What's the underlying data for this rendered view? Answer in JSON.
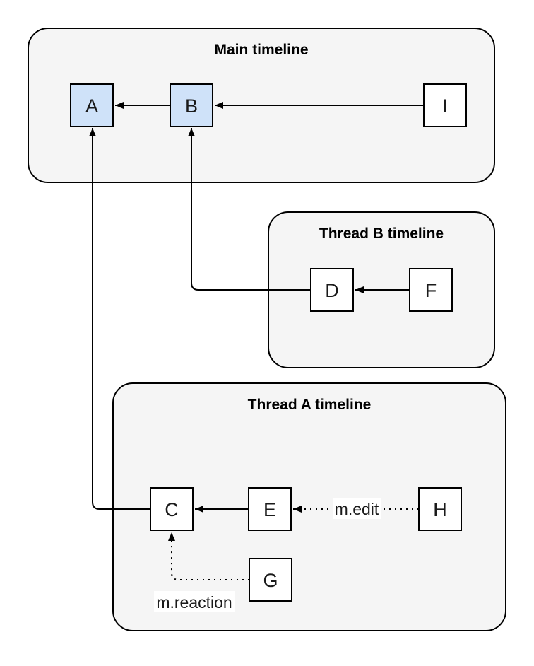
{
  "diagram": {
    "containers": [
      {
        "id": "main",
        "title": "Main timeline"
      },
      {
        "id": "thread-b",
        "title": "Thread B timeline"
      },
      {
        "id": "thread-a",
        "title": "Thread A timeline"
      }
    ],
    "nodes": [
      {
        "id": "A",
        "label": "A",
        "style": "highlighted",
        "container": "main"
      },
      {
        "id": "B",
        "label": "B",
        "style": "highlighted",
        "container": "main"
      },
      {
        "id": "I",
        "label": "I",
        "style": "default",
        "container": "main"
      },
      {
        "id": "D",
        "label": "D",
        "style": "default",
        "container": "thread-b"
      },
      {
        "id": "F",
        "label": "F",
        "style": "default",
        "container": "thread-b"
      },
      {
        "id": "C",
        "label": "C",
        "style": "default",
        "container": "thread-a"
      },
      {
        "id": "E",
        "label": "E",
        "style": "default",
        "container": "thread-a"
      },
      {
        "id": "H",
        "label": "H",
        "style": "default",
        "container": "thread-a"
      },
      {
        "id": "G",
        "label": "G",
        "style": "default",
        "container": "thread-a"
      }
    ],
    "edges": [
      {
        "from": "B",
        "to": "A",
        "style": "solid",
        "label": ""
      },
      {
        "from": "I",
        "to": "B",
        "style": "solid",
        "label": ""
      },
      {
        "from": "F",
        "to": "D",
        "style": "solid",
        "label": ""
      },
      {
        "from": "E",
        "to": "C",
        "style": "solid",
        "label": ""
      },
      {
        "from": "C",
        "to": "A",
        "style": "solid",
        "label": ""
      },
      {
        "from": "D",
        "to": "B",
        "style": "solid",
        "label": ""
      },
      {
        "from": "H",
        "to": "E",
        "style": "dotted",
        "label": "m.edit"
      },
      {
        "from": "G",
        "to": "C",
        "style": "dotted",
        "label": "m.reaction"
      }
    ],
    "colors": {
      "background": "#ffffff",
      "container_fill": "#f5f5f5",
      "container_border": "#000000",
      "node_highlight_fill": "#cfe2f9",
      "node_default_fill": "#ffffff",
      "node_border": "#000000",
      "edge": "#000000",
      "label_background": "#ffffff"
    }
  }
}
